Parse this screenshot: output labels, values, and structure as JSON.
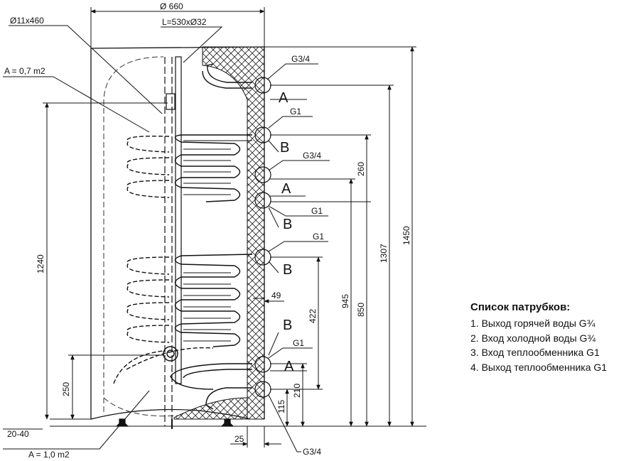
{
  "dimensions": {
    "diameter": "Ø 660",
    "rod": "Ø11x460",
    "anode": "L=530xØ32",
    "area_top": "A = 0,7 m2",
    "area_bottom": "A = 1,0 m2",
    "feet": "20-40",
    "insulation": "49",
    "flange": "25",
    "v1450": "1450",
    "v1307": "1307",
    "v1240": "1240",
    "v945": "945",
    "v850": "850",
    "v422": "422",
    "v260": "260",
    "v250": "250",
    "v210": "210",
    "v115": "115"
  },
  "threads": {
    "t1": "G3/4",
    "t2": "G1",
    "t3": "G3/4",
    "t4": "G1",
    "t5": "G1",
    "t6": "G1",
    "t7": "G3/4"
  },
  "letters": {
    "a1": "A",
    "b1": "B",
    "a2": "A",
    "b2": "B",
    "b3": "B",
    "b4": "B",
    "a3": "A"
  },
  "legend": {
    "title": "Список патрубков:",
    "items": [
      "1. Выход горячей воды G¾",
      "2. Вход холодной воды G¾",
      "3. Вход теплообменника G1",
      "4. Выход теплообменника G1"
    ]
  }
}
